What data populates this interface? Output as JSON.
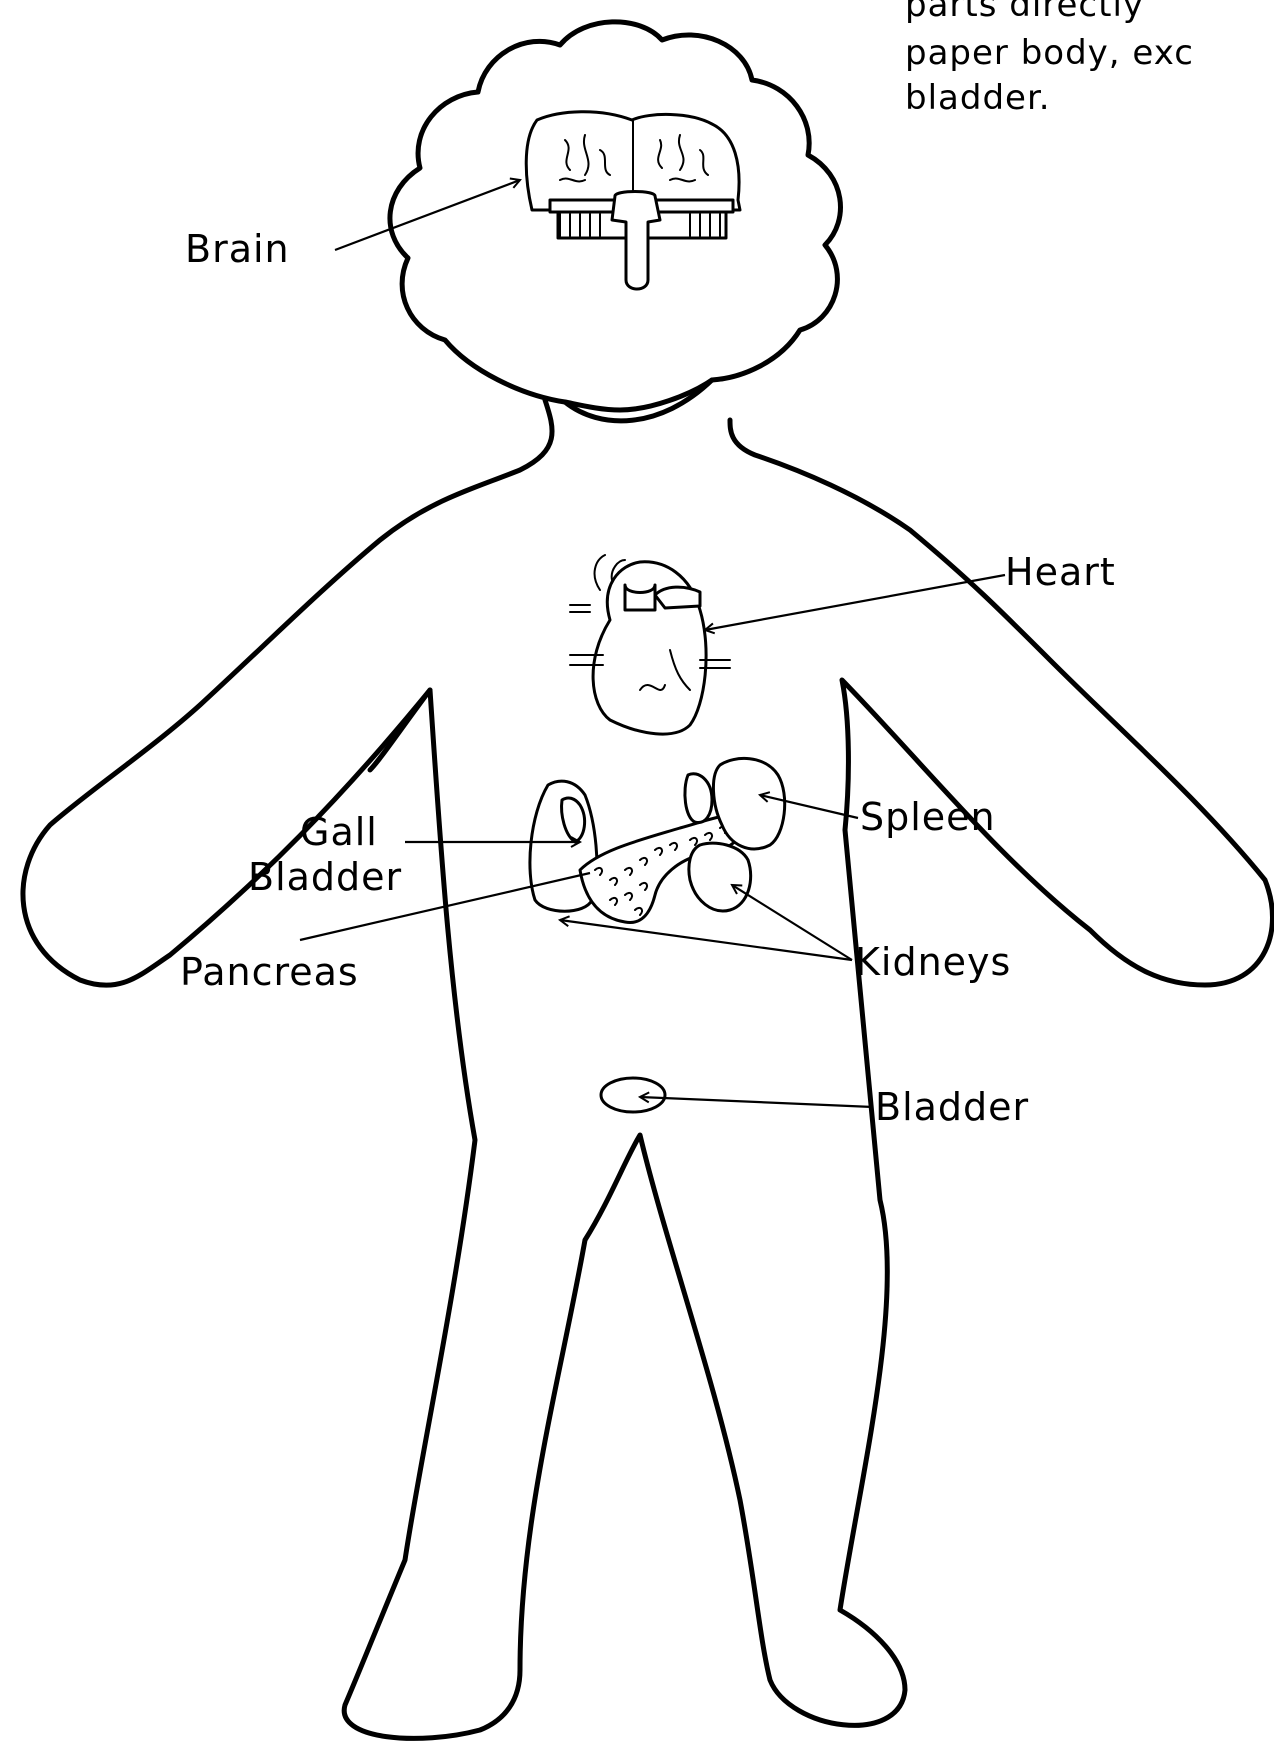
{
  "note": {
    "line1": "parts directly",
    "line2": "paper body, exc",
    "line3": "bladder."
  },
  "labels": {
    "brain": "Brain",
    "heart": "Heart",
    "gall_bladder_line1": "Gall",
    "gall_bladder_line2": "Bladder",
    "spleen": "Spleen",
    "pancreas": "Pancreas",
    "kidneys": "Kidneys",
    "bladder": "Bladder"
  }
}
